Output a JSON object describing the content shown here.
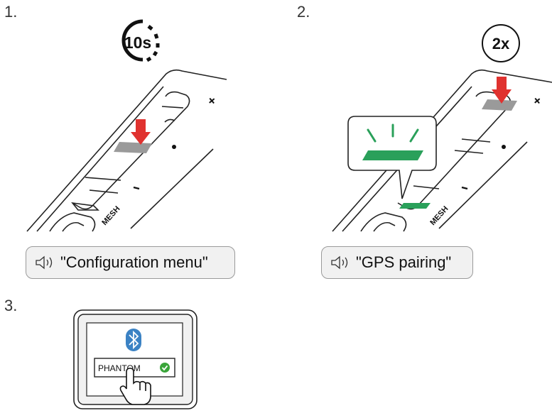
{
  "steps": [
    {
      "number": "1.",
      "badge": "10s",
      "badge_icon": "timer-dashed-circle-icon",
      "voice_prompt": "\"Configuration menu\""
    },
    {
      "number": "2.",
      "badge": "2x",
      "badge_icon": "press-count-circle-icon",
      "voice_prompt": "\"GPS pairing\""
    },
    {
      "number": "3.",
      "device_name": "PHANTOM",
      "status_icon": "check-circle-icon",
      "bluetooth_icon": "bluetooth-icon"
    }
  ],
  "device": {
    "brand_mark": "MESH",
    "plus_mark": "+",
    "minus_mark": "−"
  },
  "colors": {
    "arrow_red": "#e0322f",
    "led_green": "#2aa05a",
    "bluetooth_blue": "#3b82c4",
    "check_green": "#3aa53a",
    "button_gray": "#9a9a9a"
  },
  "icons": {
    "speaker": "speaker-sound-icon",
    "arrow": "red-down-arrow-icon",
    "finger": "pointing-hand-icon"
  }
}
